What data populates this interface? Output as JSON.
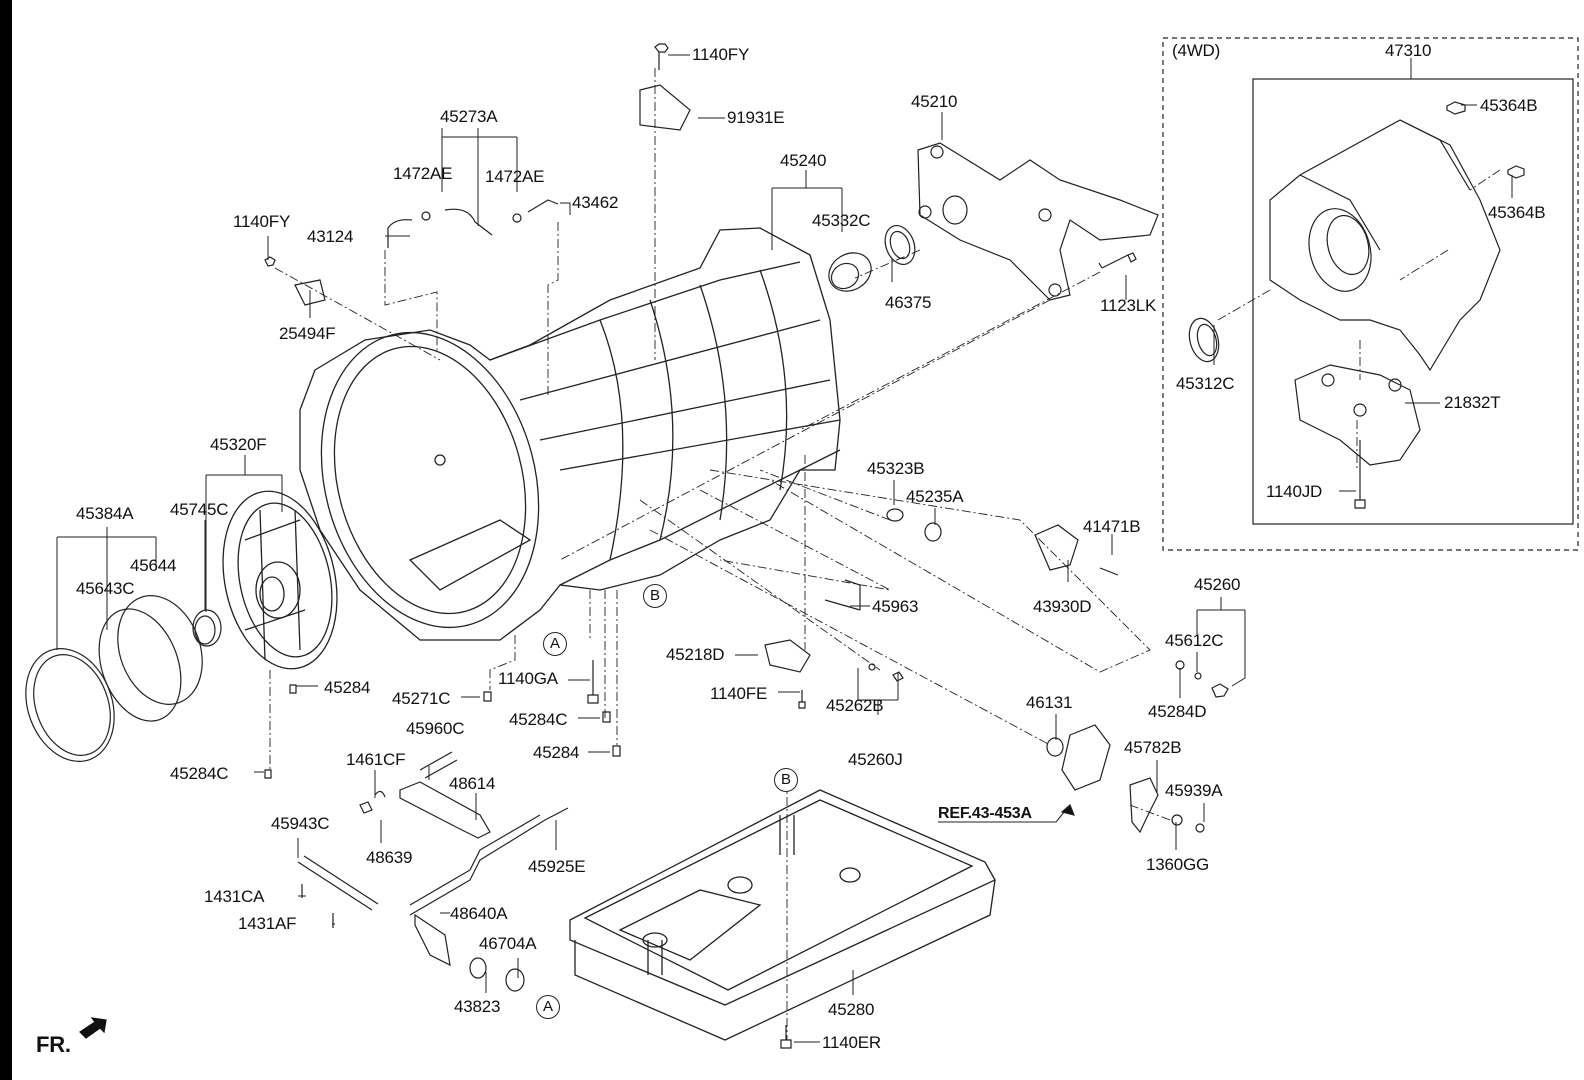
{
  "diagram": {
    "title": "Automatic Transmission Case Parts",
    "colors": {
      "line": "#222222",
      "background": "#ffffff"
    },
    "variant_note": "(4WD)",
    "front_indicator": "FR.",
    "reference_callout": "REF.43-453A",
    "circle_markers": [
      "A",
      "B"
    ],
    "parts": {
      "p_1140FY_top": "1140FY",
      "p_91931E": "91931E",
      "p_45273A": "45273A",
      "p_1472AE_left": "1472AE",
      "p_1472AE_right": "1472AE",
      "p_43462": "43462",
      "p_43124": "43124",
      "p_1140FY_left": "1140FY",
      "p_25494F": "25494F",
      "p_45240": "45240",
      "p_45332C": "45332C",
      "p_46375": "46375",
      "p_45210": "45210",
      "p_1123LK": "1123LK",
      "p_47310": "47310",
      "p_45364B_1": "45364B",
      "p_45364B_2": "45364B",
      "p_45312C": "45312C",
      "p_21832T": "21832T",
      "p_1140JD": "1140JD",
      "p_45320F": "45320F",
      "p_45384A": "45384A",
      "p_45745C": "45745C",
      "p_45644": "45644",
      "p_45643C": "45643C",
      "p_45284_left": "45284",
      "p_45284C_left": "45284C",
      "p_45271C": "45271C",
      "p_1140GA": "1140GA",
      "p_45284C_mid": "45284C",
      "p_45284_mid": "45284",
      "p_45323B": "45323B",
      "p_45235A": "45235A",
      "p_41471B": "41471B",
      "p_43930D": "43930D",
      "p_45963": "45963",
      "p_45218D": "45218D",
      "p_1140FE": "1140FE",
      "p_45262B": "45262B",
      "p_45260J": "45260J",
      "p_45260": "45260",
      "p_45612C": "45612C",
      "p_45284D": "45284D",
      "p_46131": "46131",
      "p_45782B": "45782B",
      "p_45939A": "45939A",
      "p_1360GG": "1360GG",
      "p_45960C": "45960C",
      "p_1461CF": "1461CF",
      "p_48614": "48614",
      "p_48639": "48639",
      "p_45943C": "45943C",
      "p_45925E": "45925E",
      "p_1431CA": "1431CA",
      "p_1431AF": "1431AF",
      "p_48640A": "48640A",
      "p_46704A": "46704A",
      "p_43823": "43823",
      "p_45280": "45280",
      "p_1140ER": "1140ER"
    }
  }
}
